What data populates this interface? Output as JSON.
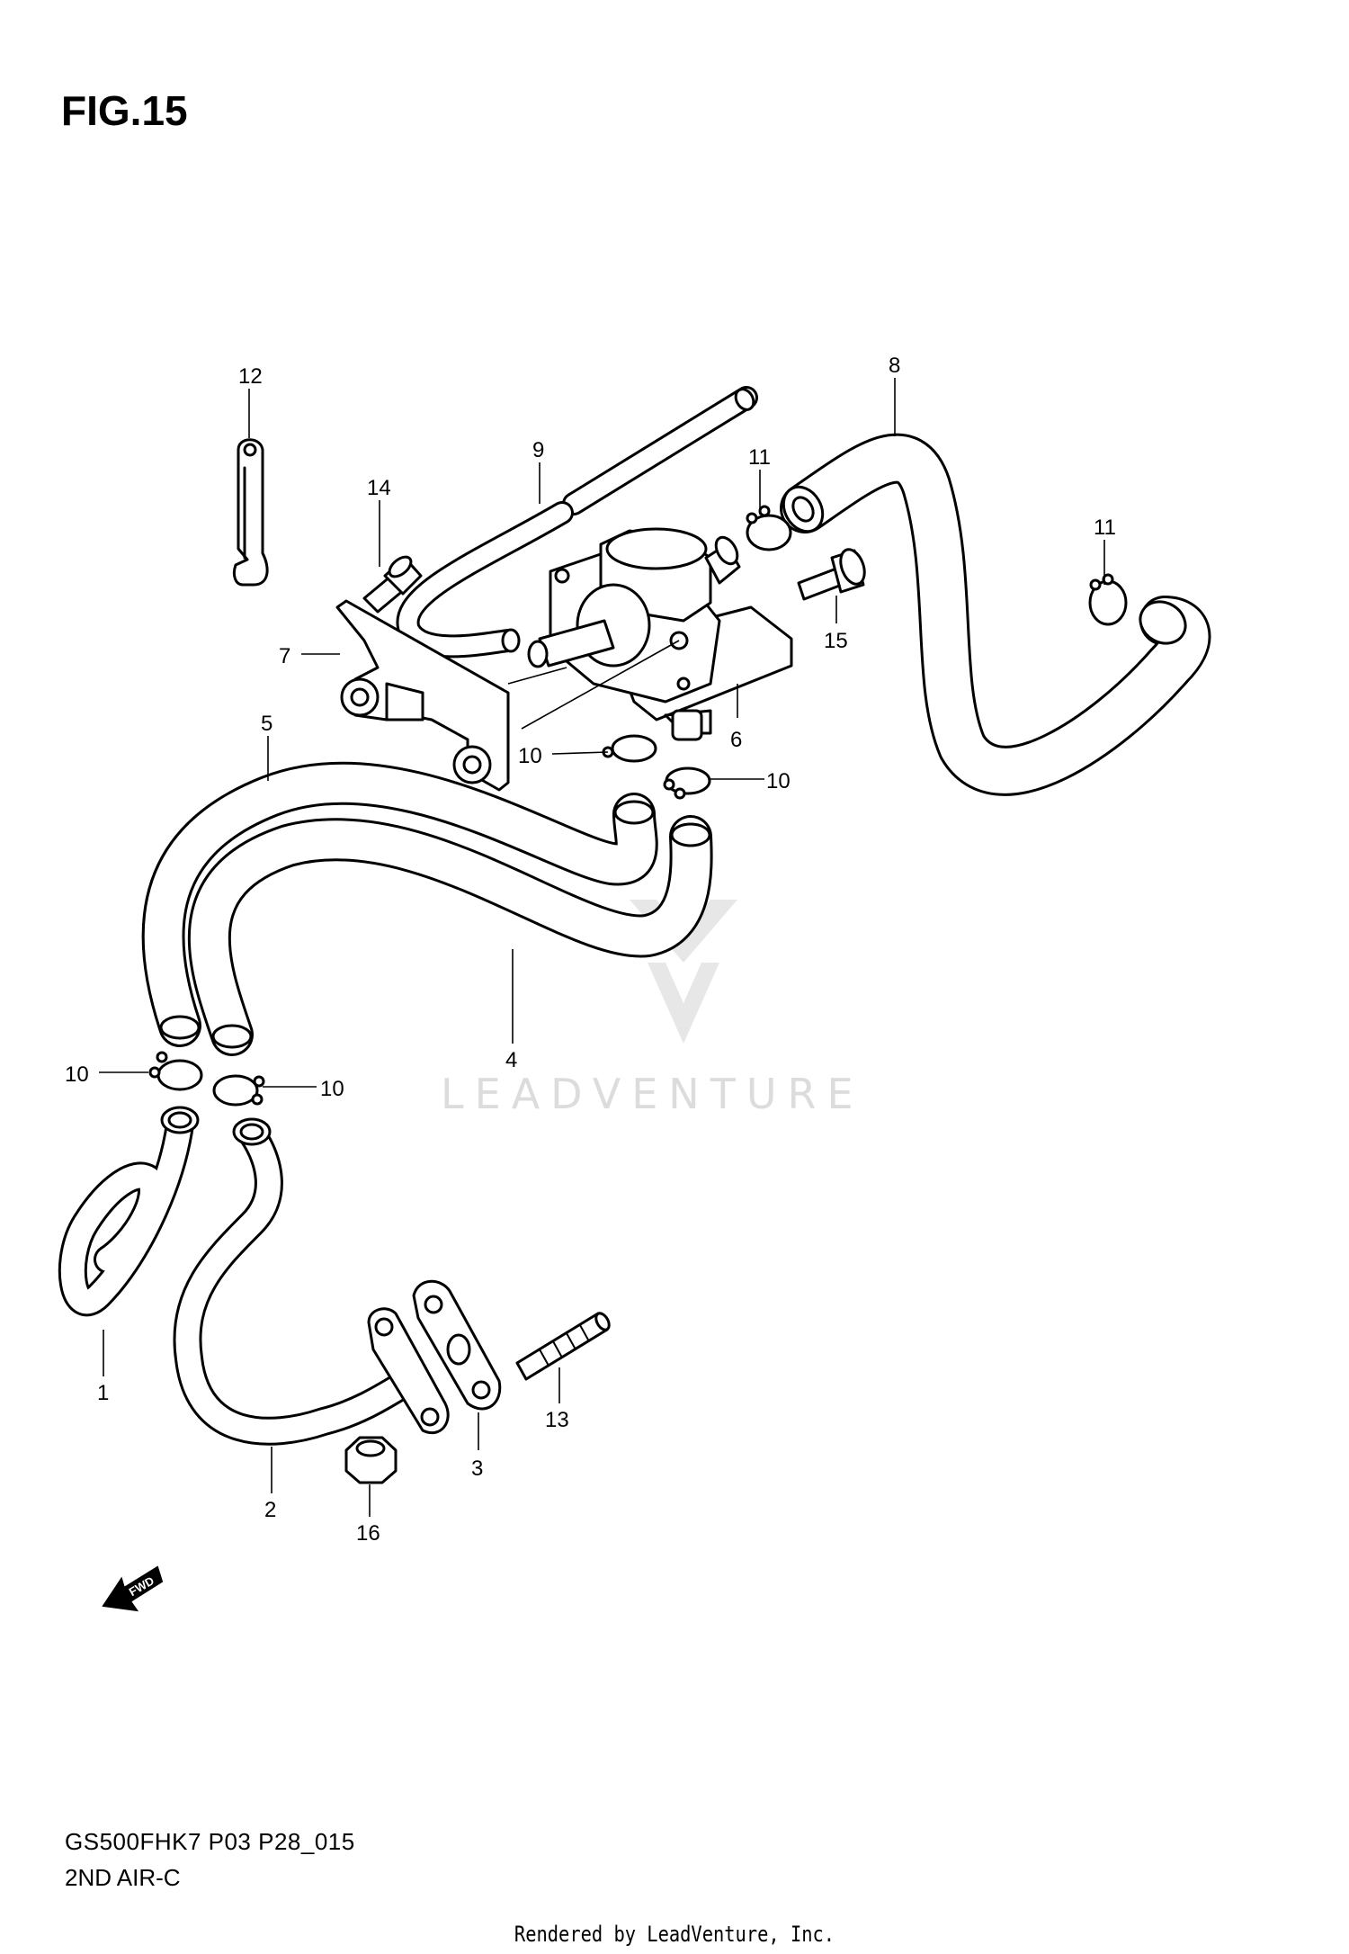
{
  "figure_title": "FIG.15",
  "diagram_code": "GS500FHK7 P03 P28_015",
  "diagram_subtitle": "2ND AIR-C",
  "render_credit": "Rendered by LeadVenture, Inc.",
  "watermark": "LEADVENTURE",
  "fwd_label": "FWD",
  "callouts": {
    "c1": "1",
    "c2": "2",
    "c3": "3",
    "c4": "4",
    "c5": "5",
    "c6": "6",
    "c7": "7",
    "c8": "8",
    "c9": "9",
    "c10a": "10",
    "c10b": "10",
    "c10c": "10",
    "c10d": "10",
    "c11a": "11",
    "c11b": "11",
    "c12": "12",
    "c13": "13",
    "c14": "14",
    "c15": "15",
    "c16": "16"
  }
}
